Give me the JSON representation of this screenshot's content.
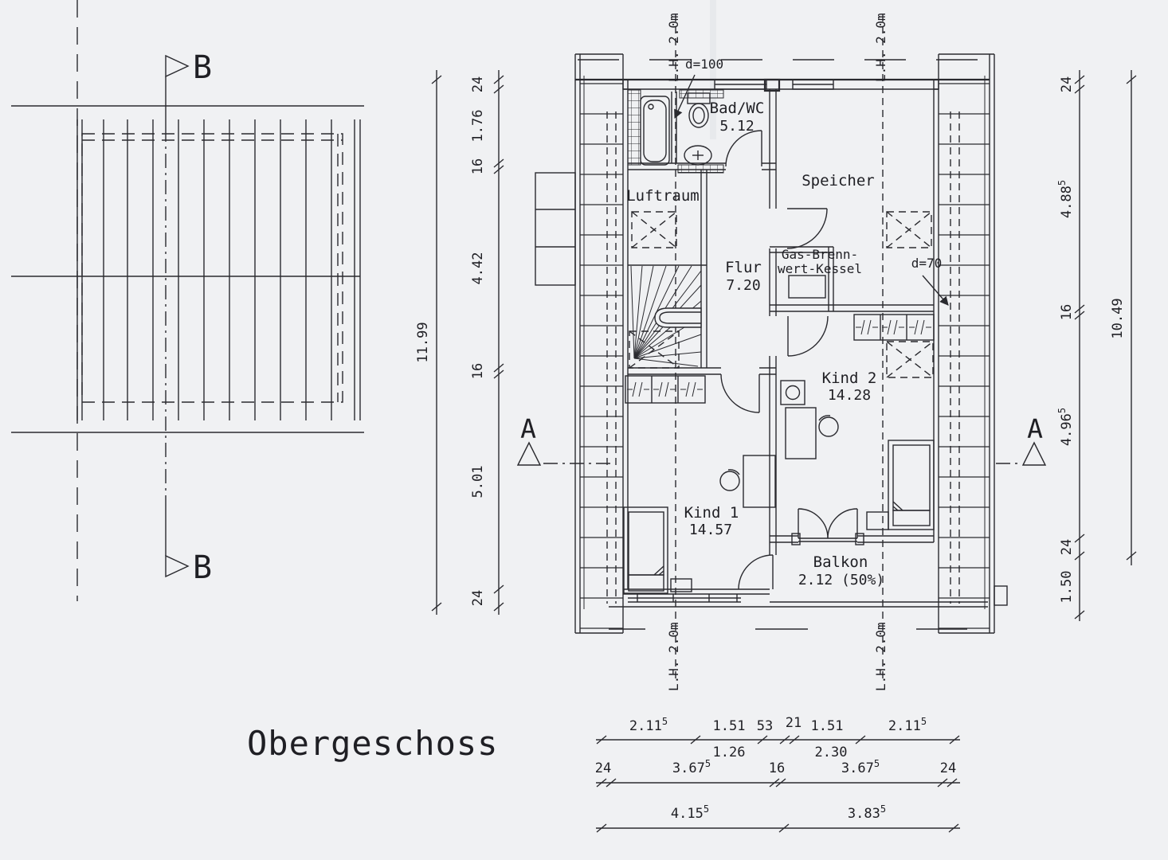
{
  "title": "Obergeschoss",
  "markers": {
    "a": "A",
    "b": "B"
  },
  "rooms": {
    "bad_wc": {
      "name": "Bad/WC",
      "area": "5.12"
    },
    "luftraum": {
      "name": "Luftraum"
    },
    "speicher": {
      "name": "Speicher"
    },
    "flur": {
      "name": "Flur",
      "area": "7.20"
    },
    "kind2": {
      "name": "Kind 2",
      "area": "14.28"
    },
    "kind1": {
      "name": "Kind 1",
      "area": "14.57"
    },
    "balkon": {
      "name": "Balkon",
      "area": "2.12 (50%)"
    }
  },
  "annotations": {
    "gas_line1": "Gas-Brenn-",
    "gas_line2": "wert-Kessel",
    "d100": "d=100",
    "d70": "d=70",
    "lh": "L.H. 2.0m"
  },
  "dims": {
    "left": {
      "total": "11.99",
      "segs": [
        "24",
        "1.76",
        "16",
        "4.42",
        "16",
        "5.01",
        "24"
      ]
    },
    "right": {
      "total": "10.49",
      "segs": [
        {
          "m": "24",
          "s": ""
        },
        {
          "m": "4.88",
          "s": "5"
        },
        {
          "m": "16",
          "s": ""
        },
        {
          "m": "4.96",
          "s": "5"
        },
        {
          "m": "24",
          "s": ""
        },
        {
          "m": "1.50",
          "s": ""
        }
      ]
    },
    "bottom1": {
      "segs": [
        {
          "m": "2.11",
          "s": "5"
        },
        {
          "m": "1.51",
          "s": ""
        },
        {
          "m": "53",
          "s": ""
        },
        {
          "m": "21",
          "s": ""
        },
        {
          "m": "1.51",
          "s": ""
        },
        {
          "m": "2.11",
          "s": "5"
        }
      ],
      "subs": [
        "1.26",
        "2.30"
      ]
    },
    "bottom2": {
      "segs": [
        {
          "m": "24",
          "s": ""
        },
        {
          "m": "3.67",
          "s": "5"
        },
        {
          "m": "16",
          "s": ""
        },
        {
          "m": "3.67",
          "s": "5"
        },
        {
          "m": "24",
          "s": ""
        }
      ]
    },
    "bottom3": {
      "segs": [
        {
          "m": "4.15",
          "s": "5"
        },
        {
          "m": "3.83",
          "s": "5"
        }
      ]
    }
  }
}
